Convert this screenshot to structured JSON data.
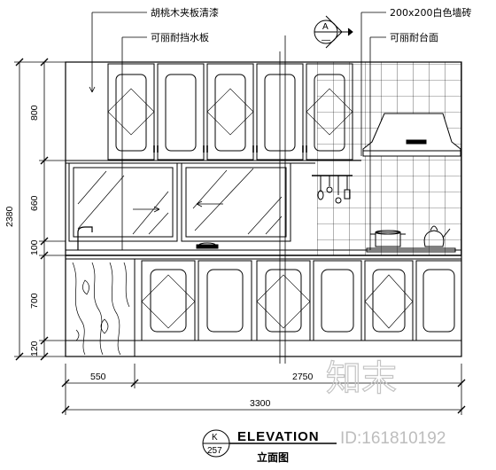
{
  "labels": {
    "walnut_veneer": "胡桃木夹板清漆",
    "splashback": "可丽耐挡水板",
    "wall_tile": "200x200白色墙砖",
    "countertop": "可丽耐台面"
  },
  "section_mark": {
    "letter": "A",
    "sheet": "—"
  },
  "dimensions": {
    "overall_height": "2380",
    "upper_cabinet": "800",
    "glass_cabinet": "660",
    "splash": "100",
    "base_cabinet": "700",
    "plinth": "120",
    "left_width": "550",
    "right_width": "2750",
    "total_width": "3300"
  },
  "title_block": {
    "index_letter": "K",
    "index_sheet": "257",
    "title": "ELEVATION",
    "subtitle": "立面图"
  },
  "watermark": {
    "brand": "知末",
    "id": "ID:161810192"
  }
}
